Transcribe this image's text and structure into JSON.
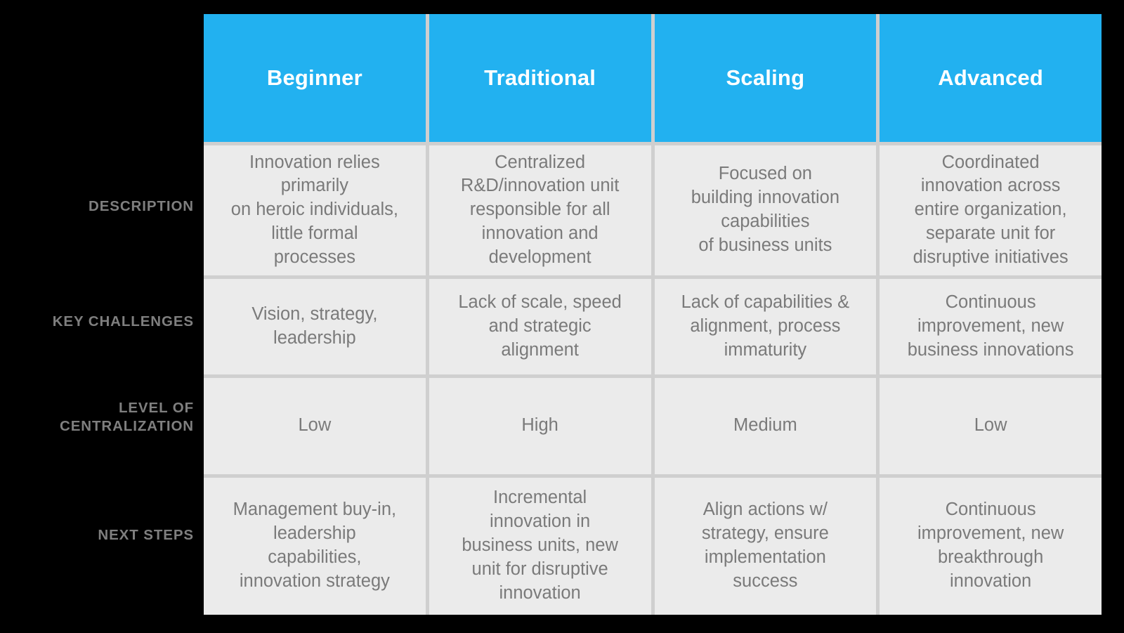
{
  "theme": {
    "header_bg": "#22b1f0",
    "header_text": "#ffffff",
    "cell_bg": "#ebebeb",
    "cell_text": "#7a7a7a",
    "row_label_text": "#7f7f7f",
    "grid_line": "#cfcfcf",
    "page_bg": "#000000"
  },
  "chart_data": {
    "type": "table",
    "title": "",
    "columns": [
      "Beginner",
      "Traditional",
      "Scaling",
      "Advanced"
    ],
    "row_headers": [
      "DESCRIPTION",
      "KEY CHALLENGES",
      "LEVEL OF\nCENTRALIZATION",
      "NEXT STEPS"
    ],
    "rows": [
      [
        "Innovation relies\nprimarily\non heroic individuals,\nlittle formal\nprocesses",
        "Centralized\nR&D/innovation unit\nresponsible for all\ninnovation and\ndevelopment",
        "Focused on\nbuilding innovation\ncapabilities\nof business units",
        "Coordinated\ninnovation across\nentire organization,\nseparate unit for\ndisruptive initiatives"
      ],
      [
        "Vision, strategy,\nleadership",
        "Lack of scale, speed\nand strategic\nalignment",
        "Lack of capabilities &\nalignment, process\nimmaturity",
        "Continuous\nimprovement, new\nbusiness innovations"
      ],
      [
        "Low",
        "High",
        "Medium",
        "Low"
      ],
      [
        "Management buy-in,\nleadership\ncapabilities,\ninnovation strategy",
        "Incremental\ninnovation in\nbusiness units, new\nunit for disruptive\ninnovation",
        "Align actions w/\nstrategy, ensure\nimplementation\nsuccess",
        "Continuous\nimprovement, new\nbreakthrough\ninnovation"
      ]
    ]
  },
  "table": {
    "headers": {
      "c0": "Beginner",
      "c1": "Traditional",
      "c2": "Scaling",
      "c3": "Advanced"
    },
    "row_labels": {
      "r0": "Description",
      "r1": "Key Challenges",
      "r2": "Level of\nCentralization",
      "r3": "Next Steps"
    },
    "cells": {
      "r0": {
        "c0": "Innovation relies\nprimarily\non heroic individuals,\nlittle formal\nprocesses",
        "c1": "Centralized\nR&D/innovation unit\nresponsible for all\ninnovation and\ndevelopment",
        "c2": "Focused on\nbuilding innovation\ncapabilities\nof business units",
        "c3": "Coordinated\ninnovation across\nentire organization,\nseparate unit for\ndisruptive initiatives"
      },
      "r1": {
        "c0": "Vision, strategy,\nleadership",
        "c1": "Lack of scale, speed\nand strategic\nalignment",
        "c2": "Lack of capabilities &\nalignment, process\nimmaturity",
        "c3": "Continuous\nimprovement, new\nbusiness innovations"
      },
      "r2": {
        "c0": "Low",
        "c1": "High",
        "c2": "Medium",
        "c3": "Low"
      },
      "r3": {
        "c0": "Management buy-in,\nleadership\ncapabilities,\ninnovation strategy",
        "c1": "Incremental\ninnovation in\nbusiness units, new\nunit for disruptive\ninnovation",
        "c2": "Align actions w/\nstrategy, ensure\nimplementation\nsuccess",
        "c3": "Continuous\nimprovement, new\nbreakthrough\ninnovation"
      }
    }
  }
}
